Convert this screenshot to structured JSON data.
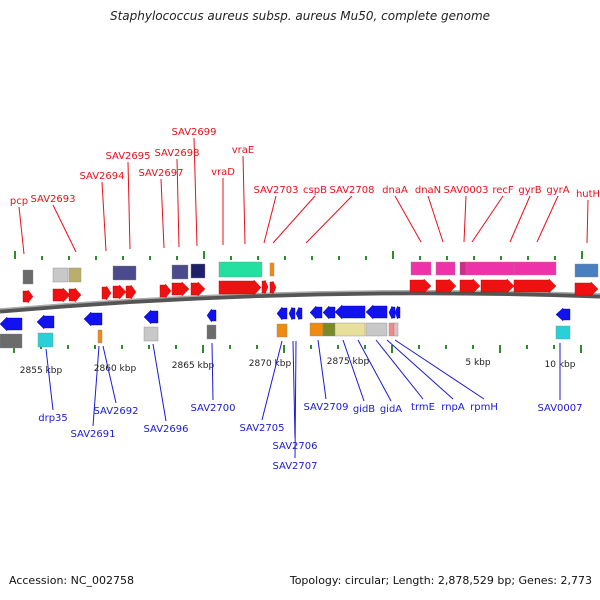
{
  "title": "Staphylococcus aureus subsp. aureus Mu50, complete genome",
  "footer": {
    "accession": "Accession: NC_002758",
    "summary": "Topology: circular; Length: 2,878,529 bp; Genes: 2,773"
  },
  "colors": {
    "forward_label": "#e8101a",
    "reverse_label": "#1a1ad6",
    "forward_arrow": "#ee1111",
    "reverse_arrow": "#1212ee",
    "tick": "#2e8b2e",
    "backbone": "#777777"
  },
  "ruler_labels": [
    "2855 kbp",
    "2860 kbp",
    "2865 kbp",
    "2870 kbp",
    "2875 kbp",
    "5 kbp",
    "10 kbp"
  ],
  "forward_genes": [
    "pcp",
    "SAV2693",
    "SAV2694",
    "SAV2695",
    "SAV2697",
    "SAV2698",
    "SAV2699",
    "vraD",
    "vraE",
    "SAV2703",
    "cspB",
    "SAV2708",
    "dnaA",
    "dnaN",
    "SAV0003",
    "recF",
    "gyrB",
    "gyrA",
    "hutH"
  ],
  "reverse_genes": [
    "drp35",
    "SAV2691",
    "SAV2692",
    "SAV2696",
    "SAV2700",
    "SAV2705",
    "SAV2706",
    "SAV2707",
    "SAV2709",
    "gidB",
    "gidA",
    "trmE",
    "rnpA",
    "rpmH",
    "SAV0007"
  ]
}
